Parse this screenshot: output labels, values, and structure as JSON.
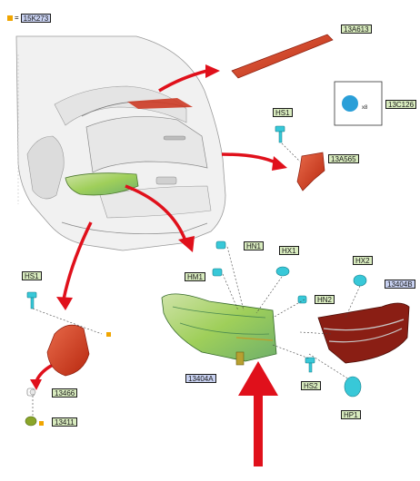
{
  "legend": {
    "symbol": "=",
    "code": "15K273",
    "color": "#f0a500"
  },
  "part_labels": {
    "hi_mount_stop_lamp": "13A613",
    "clip": "13C126",
    "clip_qty": "x8",
    "hs1_upper": "HS1",
    "bracket": "13A565",
    "hs1_left": "HS1",
    "hn1": "HN1",
    "hx1": "HX1",
    "hm1": "HM1",
    "hx2": "HX2",
    "rh_lamp": "13404B",
    "hn2": "HN2",
    "lh_lamp": "13404A",
    "hs2": "HS2",
    "hp1": "HP1",
    "socket": "13466",
    "bulb": "13411"
  },
  "colors": {
    "label_green": "#d9ecbf",
    "label_blue": "#c9d2f2",
    "arrow_red": "#e0101b",
    "fastener_cyan": "#30c8d8",
    "lamp_red": "#d2301e"
  }
}
